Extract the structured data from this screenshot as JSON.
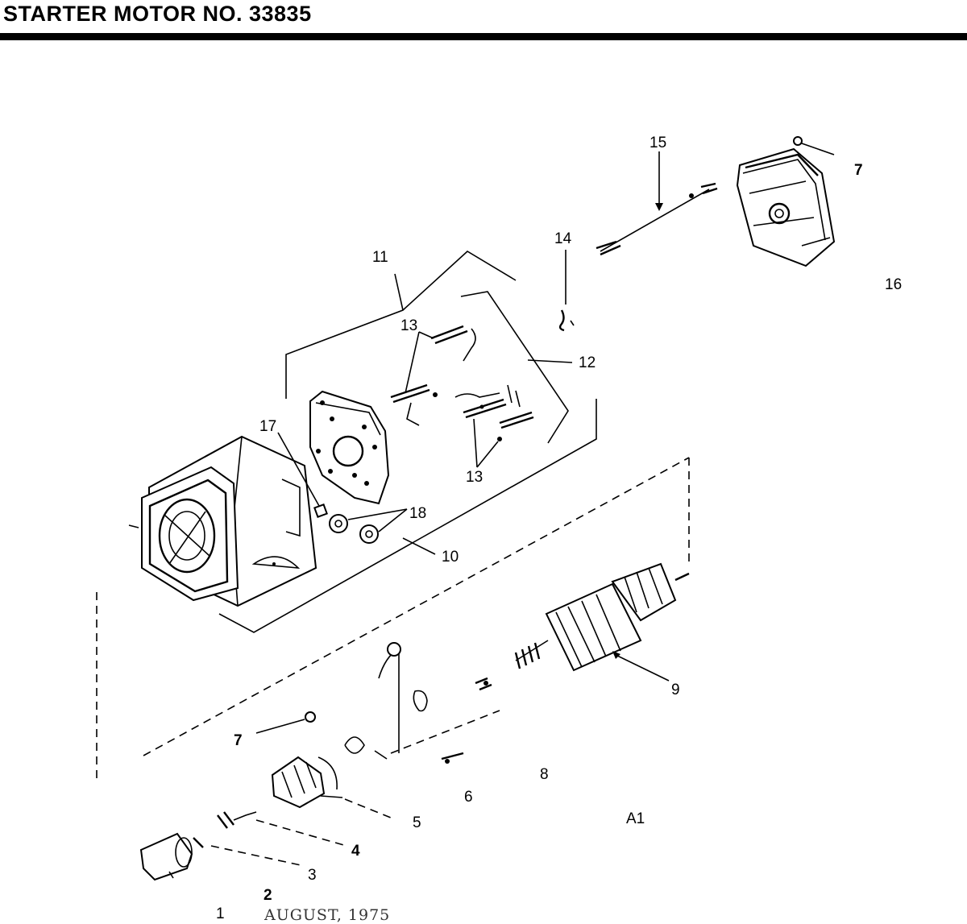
{
  "header": {
    "title": "STARTER MOTOR NO.  33835"
  },
  "callouts": {
    "c15": "15",
    "c7_top": "7",
    "c16": "16",
    "c14": "14",
    "c11": "11",
    "c13_top": "13",
    "c12": "12",
    "c13_bottom": "13",
    "c17": "17",
    "c18": "18",
    "c10": "10",
    "c9": "9",
    "c7_mid": "7",
    "c8": "8",
    "c6": "6",
    "c5": "5",
    "c4": "4",
    "c3": "3",
    "c2": "2",
    "c1": "1",
    "a1": "A1"
  },
  "footer": {
    "date": "AUGUST, 1975"
  }
}
